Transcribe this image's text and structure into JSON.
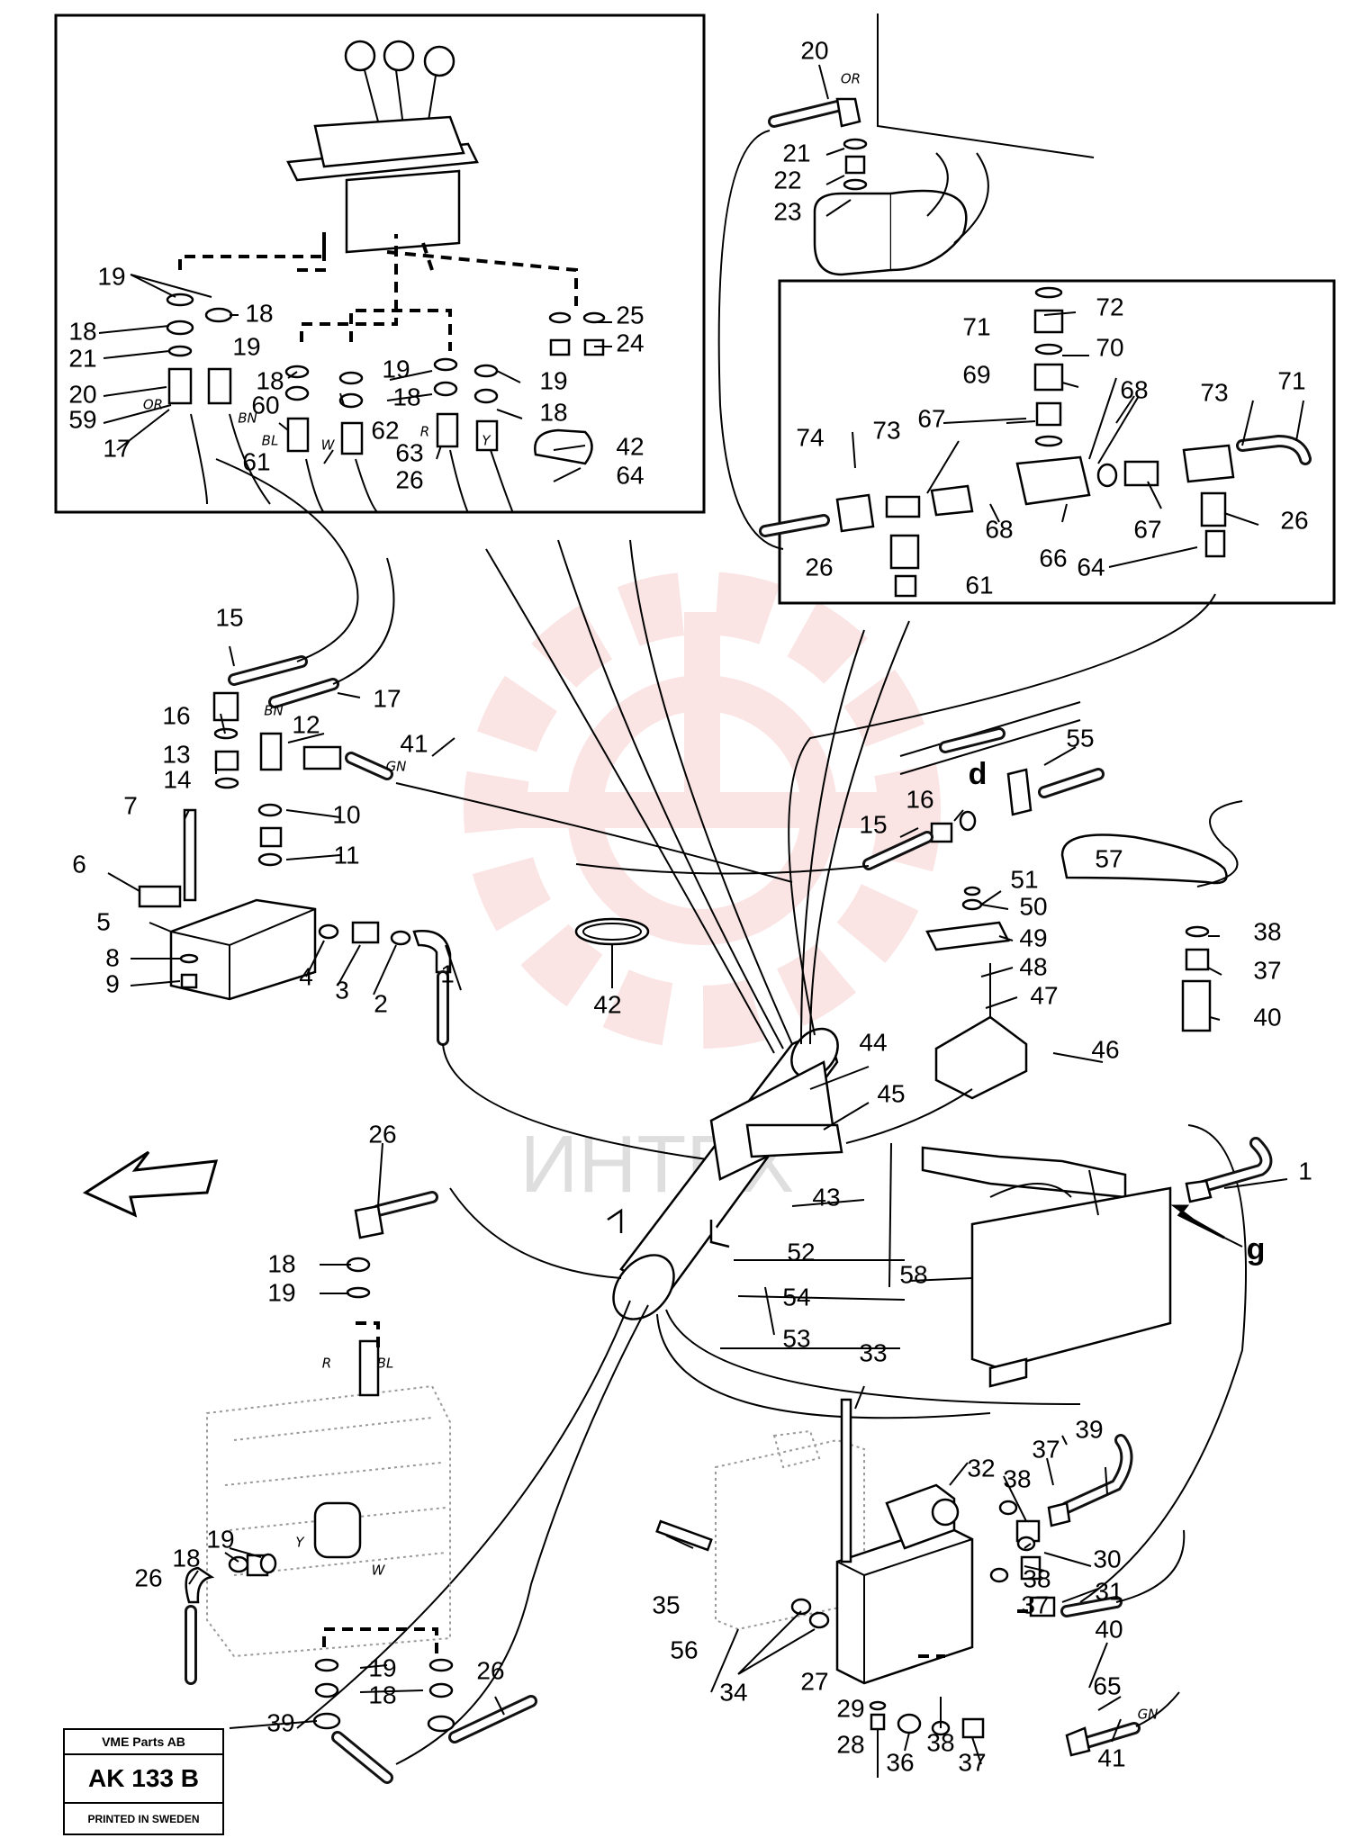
{
  "diagram": {
    "watermark_text": "ИНТЕХ",
    "view_letters": {
      "d": "d",
      "g": "g"
    },
    "hose_colour_codes": [
      "OR",
      "BN",
      "BL",
      "W",
      "R",
      "Y",
      "GN"
    ],
    "colors": {
      "line": "#000000",
      "watermark": "#f3b3b3",
      "watermark_text": "#c9c9c9",
      "background": "#ffffff"
    }
  },
  "title_block": {
    "company": "VME Parts AB",
    "code": "AK 133 B",
    "printed": "PRINTED IN SWEDEN"
  }
}
